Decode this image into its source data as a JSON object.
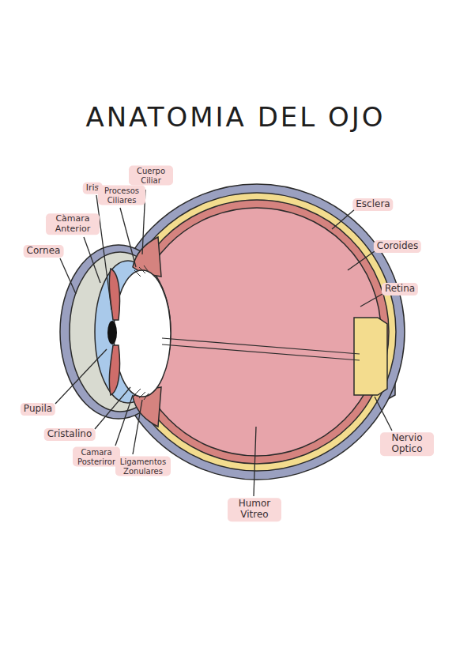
{
  "diagram": {
    "title": "ANATOMIA DEL OJO",
    "labels": [
      "Cuerpo Ciliar",
      "Iris",
      "Procesos Ciliares",
      "Càmara Anterior",
      "Cornea",
      "Esclera",
      "Coroides",
      "Retina",
      "Pupila",
      "Cristalino",
      "Camara Posteriror",
      "Ligamentos Zonulares",
      "Nervio Optico",
      "Humor Vitreo"
    ]
  }
}
